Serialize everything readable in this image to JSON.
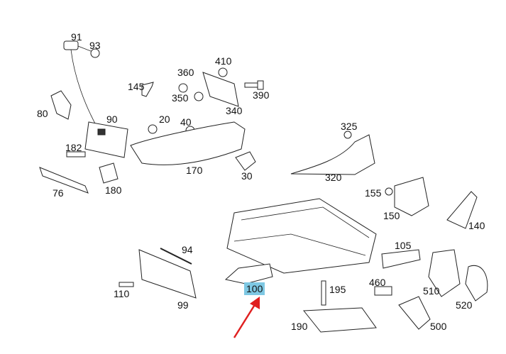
{
  "diagram": {
    "accent_highlight": "#7ec8e3",
    "arrow_color": "#e02020",
    "selected_part": "100",
    "labels": {
      "p91": "91",
      "p93": "93",
      "p80": "80",
      "p90": "90",
      "p145": "145",
      "p360": "360",
      "p410": "410",
      "p350": "350",
      "p390": "390",
      "p340": "340",
      "p20": "20",
      "p40": "40",
      "p182": "182",
      "p170": "170",
      "p30": "30",
      "p180": "180",
      "p76": "76",
      "p325": "325",
      "p320": "320",
      "p155": "155",
      "p150": "150",
      "p140": "140",
      "p105": "105",
      "p94": "94",
      "p110": "110",
      "p99": "99",
      "p100": "100",
      "p195": "195",
      "p460": "460",
      "p510": "510",
      "p520": "520",
      "p190": "190",
      "p500": "500"
    }
  }
}
